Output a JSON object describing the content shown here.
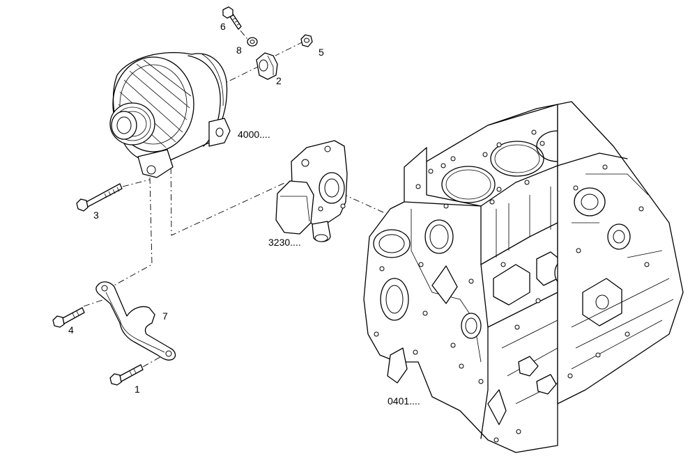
{
  "labels": {
    "p1": "1",
    "p2": "2",
    "p3": "3",
    "p4": "4",
    "p5": "5",
    "p6": "6",
    "p7": "7",
    "p8": "8",
    "alternator": "4000....",
    "water_pump": "3230....",
    "engine_block": "0401...."
  }
}
